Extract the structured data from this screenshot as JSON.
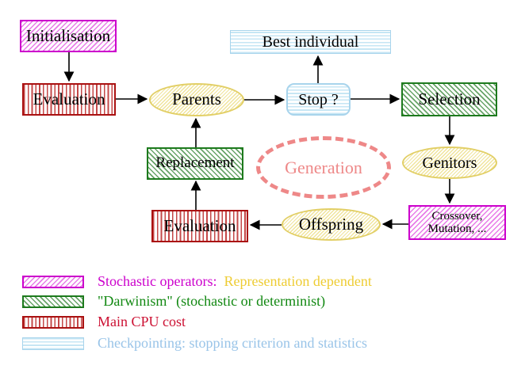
{
  "diagram": {
    "nodes": {
      "initialisation": {
        "label": "Initialisation"
      },
      "evaluation_top": {
        "label": "Evaluation"
      },
      "parents": {
        "label": "Parents"
      },
      "best_individual": {
        "label": "Best individual"
      },
      "stop": {
        "label": "Stop ?"
      },
      "selection": {
        "label": "Selection"
      },
      "replacement": {
        "label": "Replacement"
      },
      "generation": {
        "label": "Generation"
      },
      "genitors": {
        "label": "Genitors"
      },
      "evaluation_bottom": {
        "label": "Evaluation"
      },
      "offspring": {
        "label": "Offspring"
      },
      "crossover": {
        "line1": "Crossover,",
        "line2": "Mutation, ..."
      }
    },
    "legend": {
      "items": [
        {
          "pattern": "magenta-diagonal-hatch",
          "text": "Stochastic operators:",
          "text2": "Representation dependent"
        },
        {
          "pattern": "green-diagonal-hatch",
          "text": "\"Darwinism\" (stochastic or determinist)"
        },
        {
          "pattern": "red-vertical-stripes",
          "text": "Main CPU cost"
        },
        {
          "pattern": "cyan-horizontal-stripes",
          "text": "Checkpointing: stopping criterion and statistics"
        }
      ]
    },
    "colors": {
      "magenta": "#cc00cc",
      "yellow_text": "#eecc33",
      "green": "#1d7a1d",
      "green_text": "#118811",
      "red": "#aa1111",
      "red_text": "#cc1133",
      "cyan": "#a8d4ec",
      "cyan_text": "#99c4e8",
      "yellow_border": "#e2cf66",
      "coral": "#ee8888"
    }
  }
}
